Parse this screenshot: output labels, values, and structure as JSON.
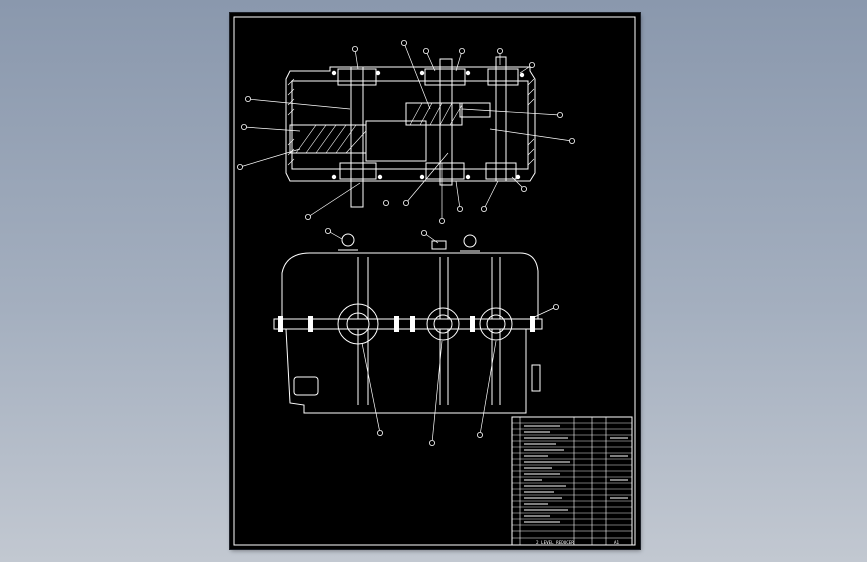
{
  "viewer": {
    "background_top": "#8a98ad",
    "background_bottom": "#c2c8d1"
  },
  "drawing": {
    "sheet_color": "#000000",
    "line_color": "#ffffff",
    "views": [
      "top-section-view",
      "front-elevation-view"
    ],
    "title_block": {
      "name_line": "2 LEVEL REDUCER",
      "bottom_label": "A1"
    }
  }
}
